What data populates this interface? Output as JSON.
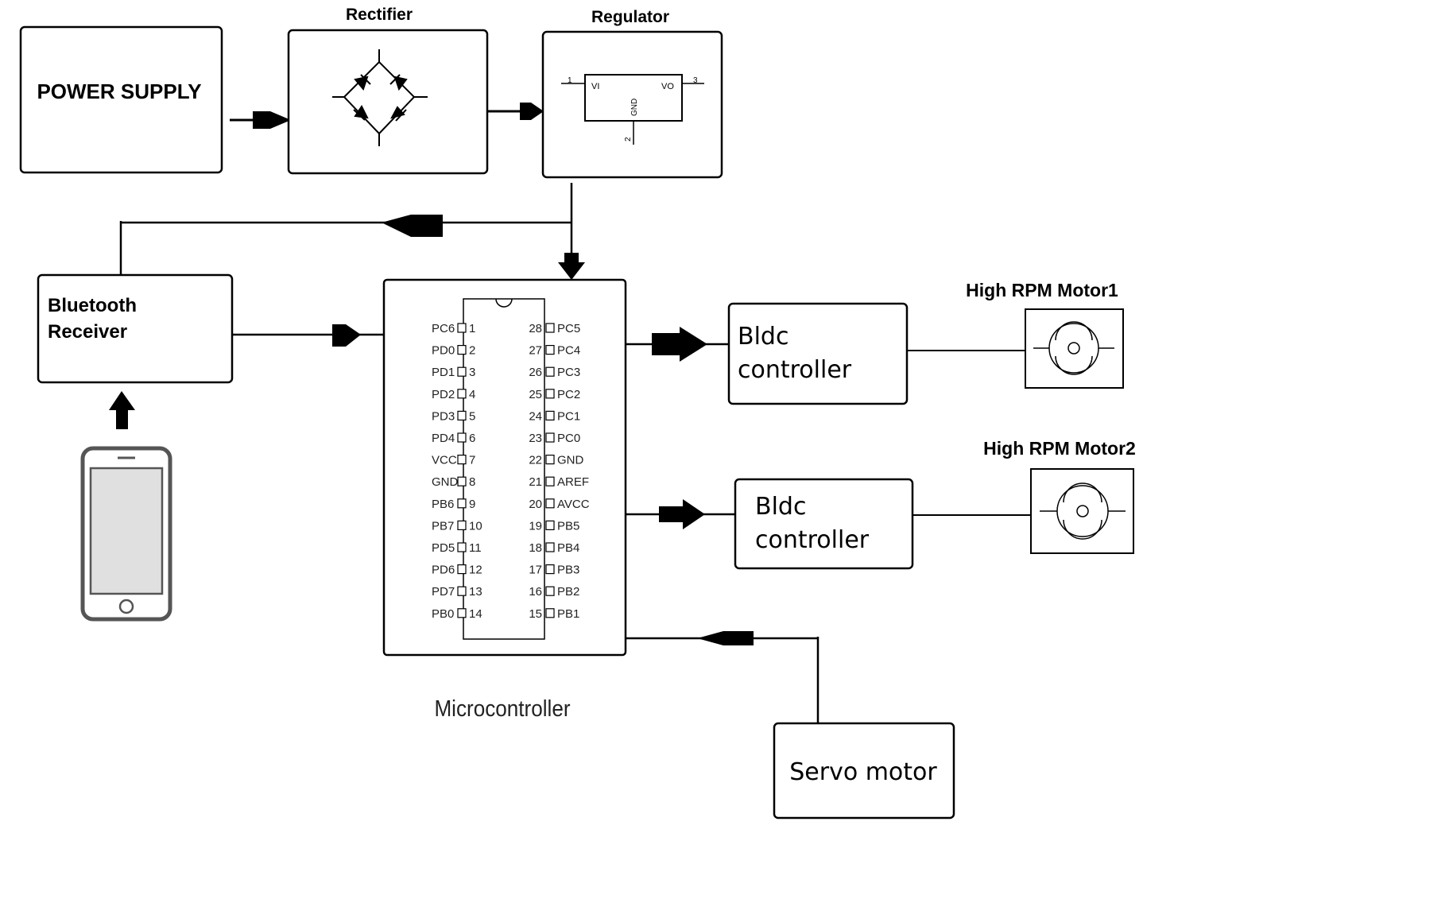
{
  "labels": {
    "power_supply": "POWER SUPPLY",
    "rectifier": "Rectifier",
    "regulator": "Regulator",
    "reg_pin_vi": "VI",
    "reg_pin_vo": "VO",
    "reg_pin_gnd": "GND",
    "reg_pin_1": "1",
    "reg_pin_2": "2",
    "reg_pin_3": "3",
    "bluetooth_line1": "Bluetooth",
    "bluetooth_line2": "Receiver",
    "microcontroller": "Microcontroller",
    "bldc1_line1": "Bldc",
    "bldc1_line2": "controller",
    "bldc2_line1": "Bldc",
    "bldc2_line2": "controller",
    "motor1": "High RPM Motor1",
    "motor2": "High RPM Motor2",
    "servo": "Servo motor"
  },
  "chip": {
    "left_pins": [
      {
        "name": "PC6",
        "num": "1"
      },
      {
        "name": "PD0",
        "num": "2"
      },
      {
        "name": "PD1",
        "num": "3"
      },
      {
        "name": "PD2",
        "num": "4"
      },
      {
        "name": "PD3",
        "num": "5"
      },
      {
        "name": "PD4",
        "num": "6"
      },
      {
        "name": "VCC",
        "num": "7"
      },
      {
        "name": "GND",
        "num": "8"
      },
      {
        "name": "PB6",
        "num": "9"
      },
      {
        "name": "PB7",
        "num": "10"
      },
      {
        "name": "PD5",
        "num": "11"
      },
      {
        "name": "PD6",
        "num": "12"
      },
      {
        "name": "PD7",
        "num": "13"
      },
      {
        "name": "PB0",
        "num": "14"
      }
    ],
    "right_pins": [
      {
        "num": "28",
        "name": "PC5"
      },
      {
        "num": "27",
        "name": "PC4"
      },
      {
        "num": "26",
        "name": "PC3"
      },
      {
        "num": "25",
        "name": "PC2"
      },
      {
        "num": "24",
        "name": "PC1"
      },
      {
        "num": "23",
        "name": "PC0"
      },
      {
        "num": "22",
        "name": "GND"
      },
      {
        "num": "21",
        "name": "AREF"
      },
      {
        "num": "20",
        "name": "AVCC"
      },
      {
        "num": "19",
        "name": "PB5"
      },
      {
        "num": "18",
        "name": "PB4"
      },
      {
        "num": "17",
        "name": "PB3"
      },
      {
        "num": "16",
        "name": "PB2"
      },
      {
        "num": "15",
        "name": "PB1"
      }
    ]
  },
  "icons": [
    "bridge-rectifier-icon",
    "regulator-ic-icon",
    "smartphone-icon",
    "motor-icon"
  ]
}
